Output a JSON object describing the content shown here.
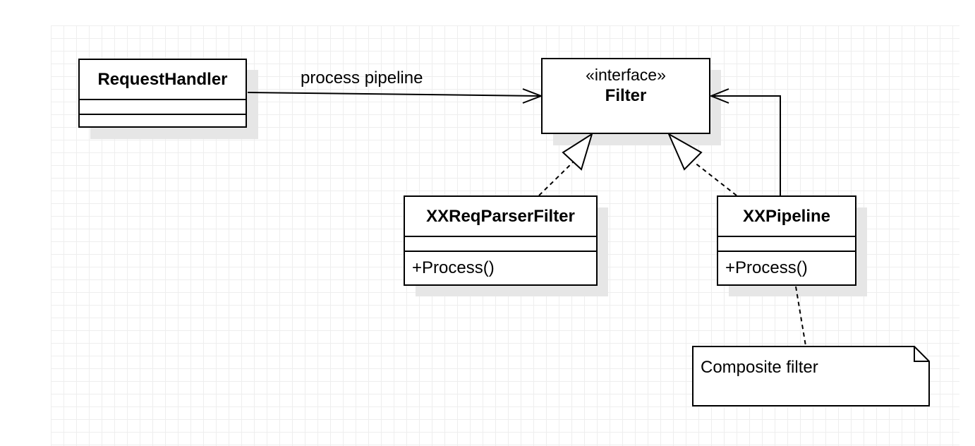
{
  "classes": {
    "request_handler": {
      "name": "RequestHandler"
    },
    "req_parser_filter": {
      "name": "XXReqParserFilter",
      "operation": "+Process()"
    },
    "pipeline": {
      "name": "XXPipeline",
      "operation": "+Process()"
    }
  },
  "interface": {
    "stereotype": "«interface»",
    "name": "Filter"
  },
  "edges": {
    "association_label": "process pipeline"
  },
  "note": {
    "text": "Composite filter"
  },
  "colors": {
    "line": "#000000",
    "shadow": "#e6e6e6",
    "grid": "#eeeeee"
  }
}
